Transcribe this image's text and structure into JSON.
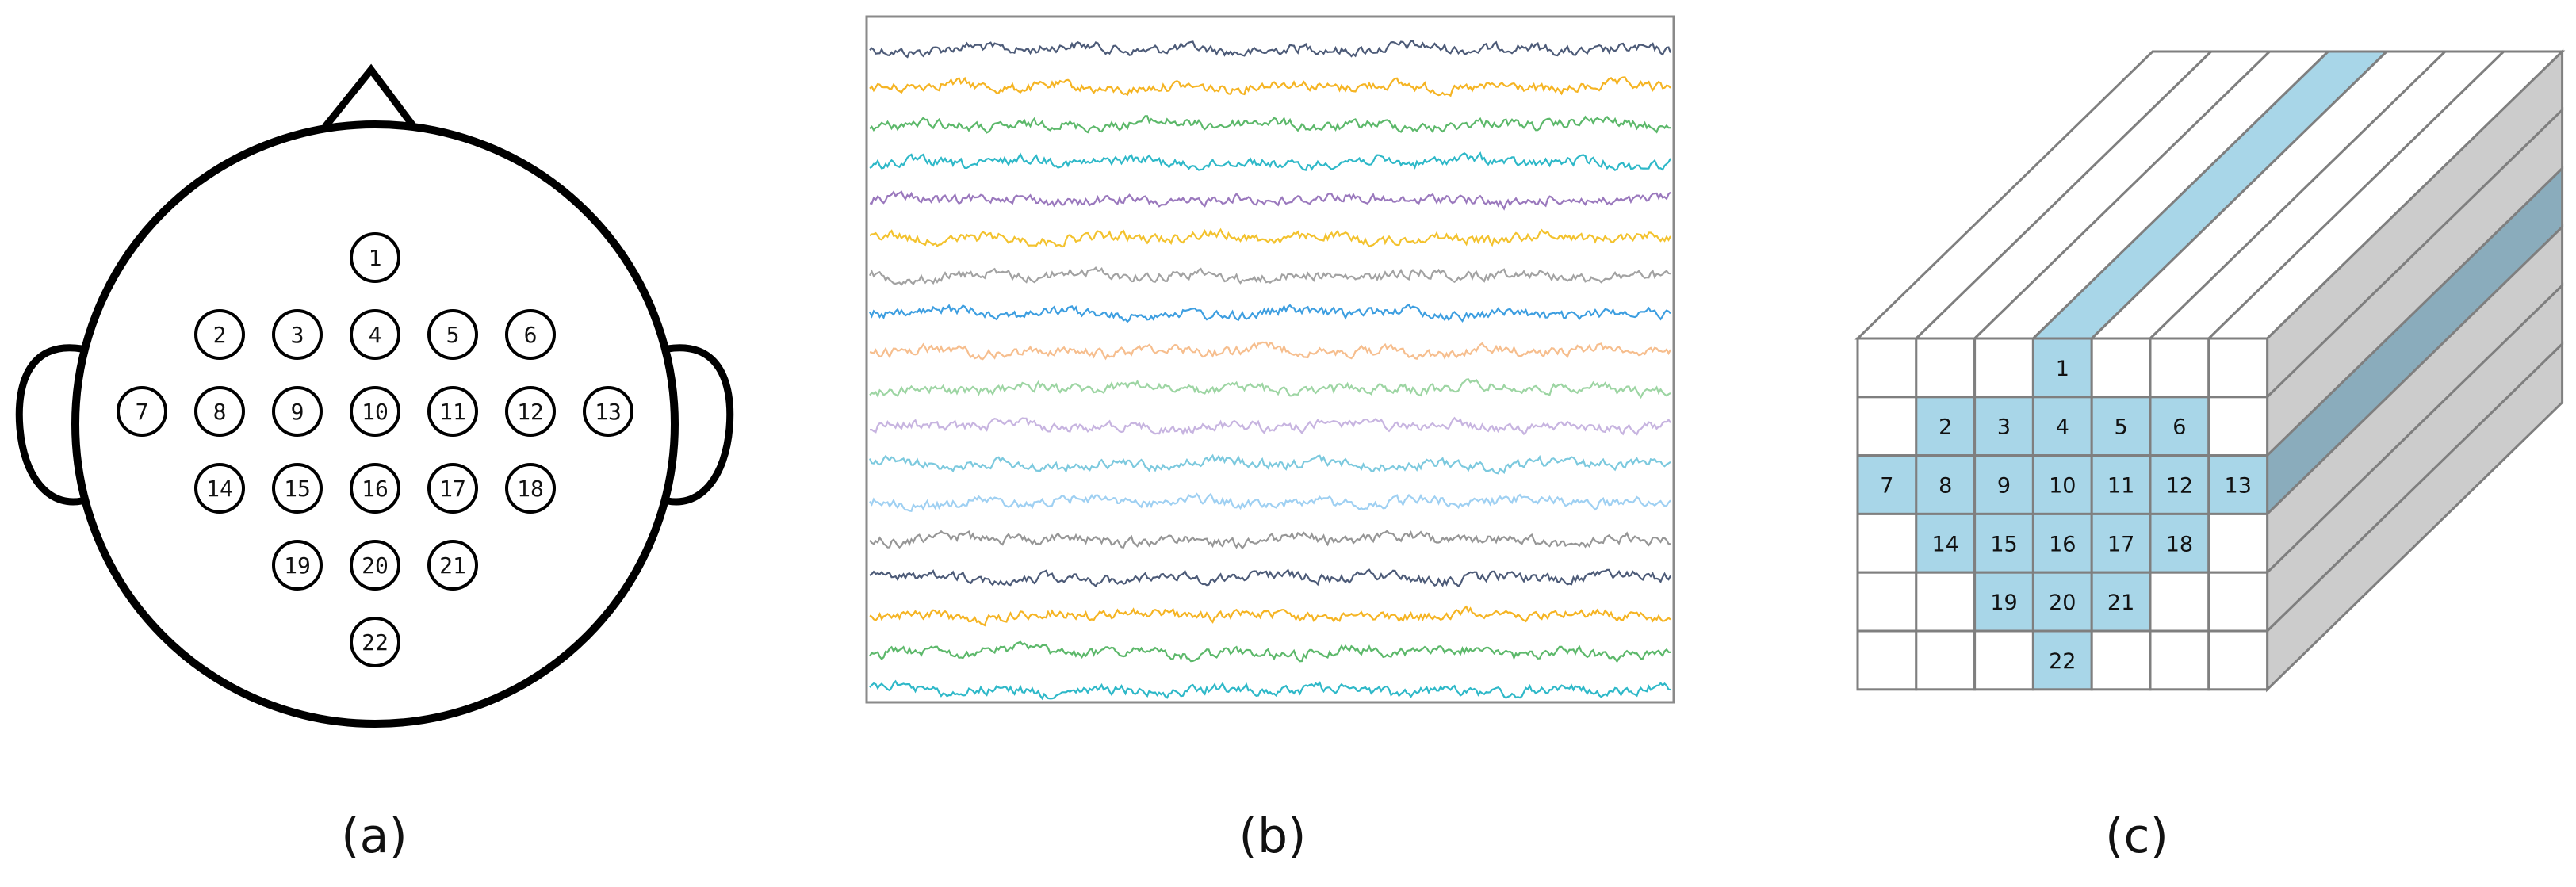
{
  "captions": {
    "a": "(a)",
    "b": "(b)",
    "c": "(c)"
  },
  "electrodes": [
    "1",
    "2",
    "3",
    "4",
    "5",
    "6",
    "7",
    "8",
    "9",
    "10",
    "11",
    "12",
    "13",
    "14",
    "15",
    "16",
    "17",
    "18",
    "19",
    "20",
    "21",
    "22"
  ],
  "grid": {
    "rows": [
      [
        "",
        "",
        "",
        "1",
        "",
        "",
        ""
      ],
      [
        "",
        "2",
        "3",
        "4",
        "5",
        "6",
        ""
      ],
      [
        "7",
        "8",
        "9",
        "10",
        "11",
        "12",
        "13"
      ],
      [
        "",
        "14",
        "15",
        "16",
        "17",
        "18",
        ""
      ],
      [
        "",
        "",
        "19",
        "20",
        "21",
        "",
        ""
      ],
      [
        "",
        "",
        "",
        "22",
        "",
        "",
        ""
      ]
    ]
  },
  "colors": {
    "cell_fill": "#a8d6e8",
    "cell_stroke": "#7f7f7f",
    "side_face": "#cccccc",
    "side_highlight": "#8aacbc",
    "traces": [
      "#4d5b78",
      "#f5b423",
      "#5cb86a",
      "#2eb8c8",
      "#9a78bd",
      "#f3c22e",
      "#a2a2a2",
      "#3d9ee0",
      "#f6be8e",
      "#9dd5a3",
      "#c7b4e0",
      "#7cc9de",
      "#9fd0f2",
      "#969696",
      "#4d5b78",
      "#f5b423",
      "#5cb86a",
      "#2eb8c8"
    ]
  }
}
